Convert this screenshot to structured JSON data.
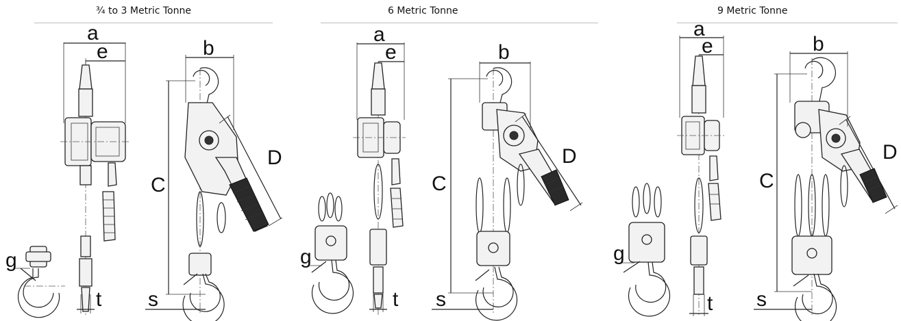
{
  "sections": [
    {
      "title": "¾ to 3 Metric Tonne"
    },
    {
      "title": "6 Metric Tonne"
    },
    {
      "title": "9 Metric Tonne"
    }
  ],
  "dimension_labels": {
    "a": "a",
    "e": "e",
    "b": "b",
    "C": "C",
    "D": "D",
    "g": "g",
    "t": "t",
    "s": "s"
  }
}
